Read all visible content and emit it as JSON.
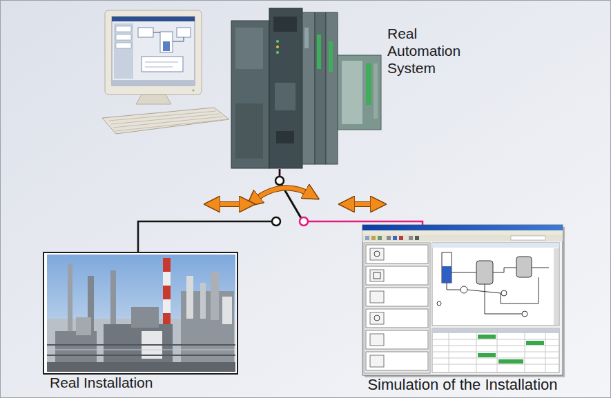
{
  "diagram": {
    "nodes": [
      {
        "text": [
          "Real Automation System"
        ]
      },
      {
        "text": [
          "Real Installation"
        ]
      },
      {
        "text": [
          "Simulation of the Installation"
        ]
      }
    ],
    "edges": [
      {
        "from": 0,
        "to": 1,
        "arrow": "none"
      },
      {
        "from": 0,
        "to": 2,
        "arrow": "none"
      }
    ]
  }
}
